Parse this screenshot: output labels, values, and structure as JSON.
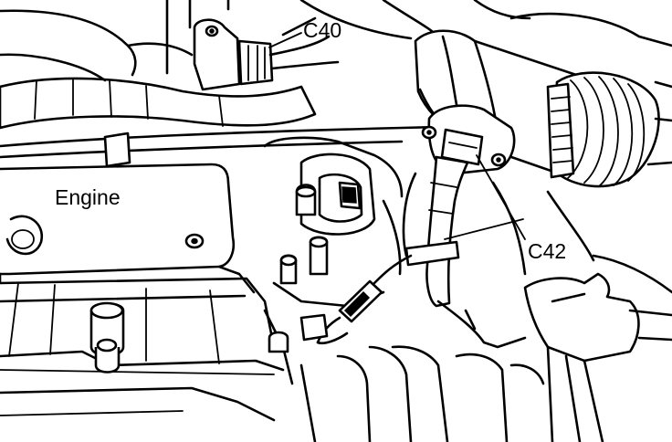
{
  "labels": {
    "c40": "C40",
    "c42": "C42",
    "engine": "Engine"
  },
  "colors": {
    "ink": "#000000",
    "background": "#ffffff"
  }
}
